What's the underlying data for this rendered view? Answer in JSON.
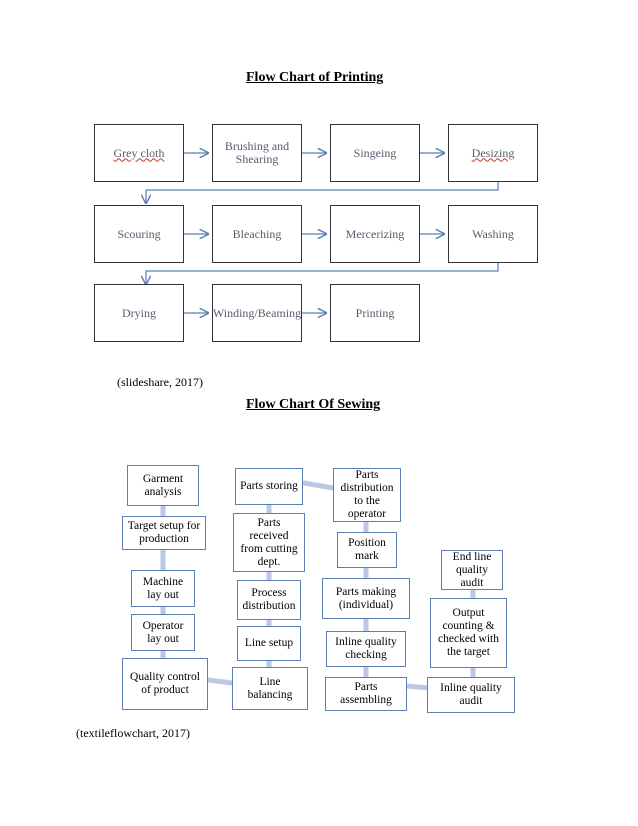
{
  "printing": {
    "title": "Flow Chart of Printing",
    "steps": [
      "Grey cloth",
      "Brushing and Shearing",
      "Singeing",
      "Desizing",
      "Scouring",
      "Bleaching",
      "Mercerizing",
      "Washing",
      "Drying",
      "Winding/Beaming",
      "Printing"
    ],
    "caption": "(slideshare, 2017)"
  },
  "sewing": {
    "title": "Flow Chart Of Sewing",
    "col1": [
      "Garment analysis",
      "Target setup for production",
      "Machine lay out",
      "Operator lay out",
      "Quality control of product"
    ],
    "col2": [
      "Parts storing",
      "Parts received from cutting dept.",
      "Process distribution",
      "Line setup",
      "Line balancing"
    ],
    "col3": [
      "Parts distribution to the operator",
      "Position mark",
      "Parts making (individual)",
      "Inline quality checking",
      "Parts assembling"
    ],
    "col4": [
      "End line quality audit",
      "Output counting & checked with the target",
      "Inline quality audit"
    ],
    "caption": "(textileflowchart, 2017)"
  }
}
